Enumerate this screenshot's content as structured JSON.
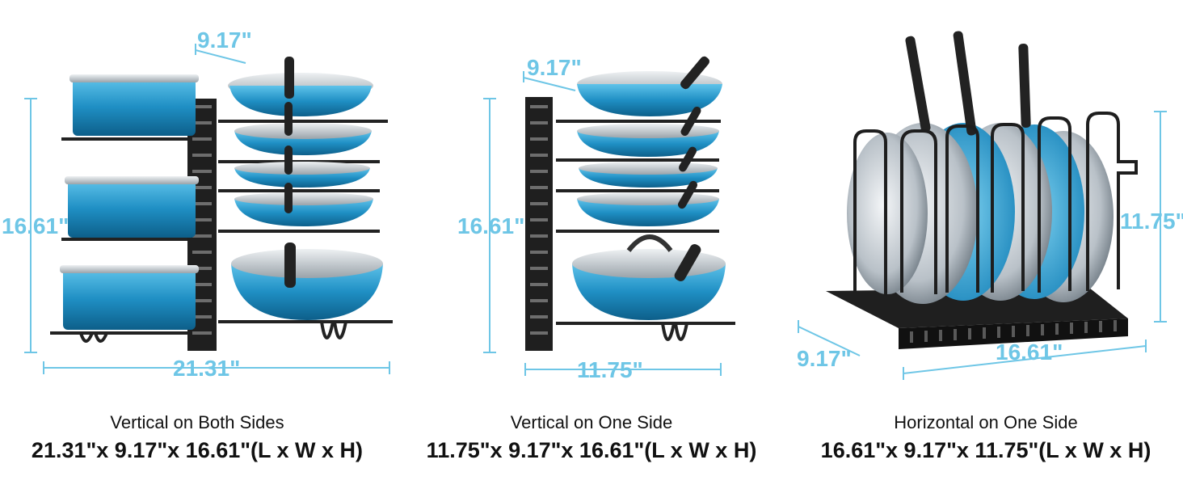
{
  "accent_color": "#6ec6e6",
  "panels": [
    {
      "title": "Vertical on Both Sides",
      "dimensions": "21.31\"x 9.17\"x 16.61\"(L x W x H)",
      "dim_width": "9.17\"",
      "dim_height": "16.61\"",
      "dim_length": "21.31\""
    },
    {
      "title": "Vertical on One Side",
      "dimensions": "11.75\"x 9.17\"x 16.61\"(L x W x H)",
      "dim_width": "9.17\"",
      "dim_height": "16.61\"",
      "dim_length": "11.75\""
    },
    {
      "title": "Horizontal on One Side",
      "dimensions": "16.61\"x 9.17\"x 11.75\"(L x W x H)",
      "dim_width": "9.17\"",
      "dim_height": "11.75\"",
      "dim_length": "16.61\""
    }
  ]
}
